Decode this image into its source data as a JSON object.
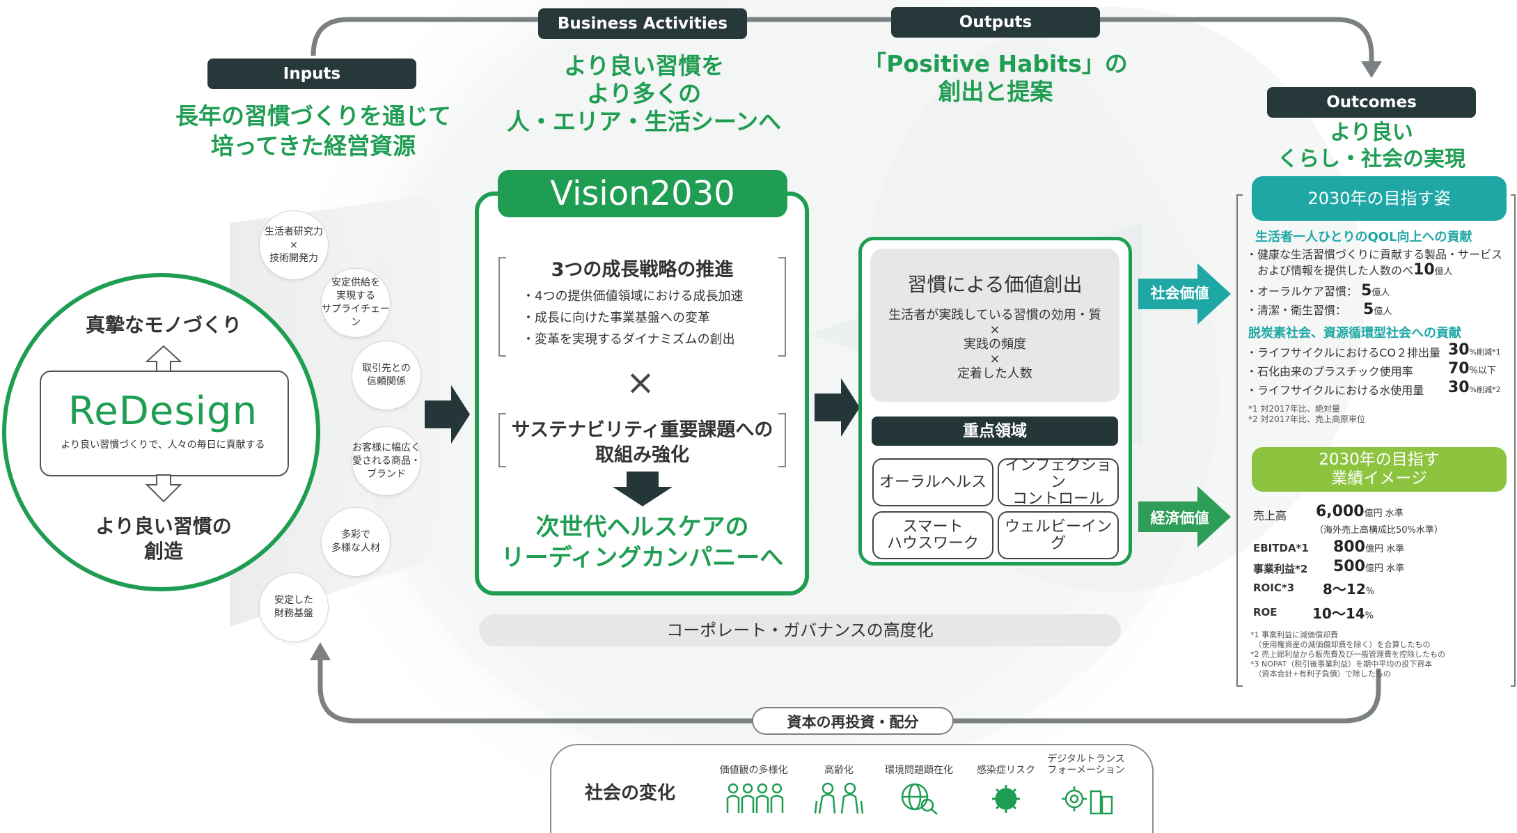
{
  "colors": {
    "dark": "#27383a",
    "green": "#1f9d52",
    "teal": "#1fa7a6",
    "lime": "#8cc43f",
    "grey": "#e8eaea"
  },
  "headers": {
    "inputs": {
      "label": "Inputs",
      "sub": "長年の習慣づくりを通じて\n培ってきた経営資源"
    },
    "business": {
      "label": "Business Activities",
      "sub": "より良い習慣を\nより多くの\n人・エリア・生活シーンへ"
    },
    "outputs": {
      "label": "Outputs",
      "sub": "「Positive Habits」の\n創出と提案"
    },
    "outcomes": {
      "label": "Outcomes",
      "sub": "より良い\nくらし・社会の実現"
    }
  },
  "redesign": {
    "top": "真摯なモノづくり",
    "logo": "ReDesign",
    "tagline": "より良い習慣づくりで、人々の毎日に貢献する",
    "bottom": "より良い習慣の\n創造"
  },
  "resources": [
    "生活者研究力\n×\n技術開発力",
    "安定供給を\n実現する\nサプライチェーン",
    "取引先との\n信頼関係",
    "お客様に幅広く\n愛される商品・\nブランド",
    "多彩で\n多様な人材",
    "安定した\n財務基盤"
  ],
  "vision": {
    "title": "Vision2030",
    "strategy_title": "3つの成長戦略の推進",
    "strategies": [
      "・4つの提供価値領域における成長加速",
      "・成長に向けた事業基盤への変革",
      "・変革を実現するダイナミズムの創出"
    ],
    "times": "×",
    "sustain": "サステナビリティ重要課題への\n取組み強化",
    "goal": "次世代ヘルスケアの\nリーディングカンパニーへ"
  },
  "value_creation": {
    "title": "習慣による価値創出",
    "formula": "生活者が実践している習慣の効用・質\n×\n実践の頻度\n×\n定着した人数",
    "focus_label": "重点領域",
    "areas": [
      "オーラルヘルス",
      "インフェクション\nコントロール",
      "スマート\nハウスワーク",
      "ウェルビーイング"
    ]
  },
  "governance": "コーポレート・ガバナンスの高度化",
  "social_value_tag": "社会価値",
  "economic_value_tag": "経済価値",
  "vision2030_social": {
    "title": "2030年の目指す姿",
    "h1": "生活者一人ひとりのQOL向上への貢献",
    "items1": [
      {
        "label": "・健康な生活習慣づくりに貢献する製品・サービス\n　および情報を提供した人数のべ",
        "value": "10",
        "unit": "億人"
      },
      {
        "label": "・オーラルケア習慣：",
        "value": "5",
        "unit": "億人"
      },
      {
        "label": "・清潔・衛生習慣：",
        "value": "5",
        "unit": "億人"
      }
    ],
    "h2": "脱炭素社会、資源循環型社会への貢献",
    "items2": [
      {
        "label": "・ライフサイクルにおけるCO２排出量",
        "value": "30",
        "unit": "%削減*1"
      },
      {
        "label": "・石化由来のプラスチック使用率",
        "value": "70",
        "unit": "%以下"
      },
      {
        "label": "・ライフサイクルにおける水使用量",
        "value": "30",
        "unit": "%削減*2"
      }
    ],
    "notes": "*1 対2017年比、絶対量\n*2 対2017年比、売上高原単位"
  },
  "vision2030_economic": {
    "title": "2030年の目指す\n業績イメージ",
    "rows": [
      {
        "label": "売上高",
        "value": "6,000",
        "unit": "億円 水準",
        "extra": "（海外売上高構成比50%水準）"
      },
      {
        "label": "EBITDA*1",
        "value": "800",
        "unit": "億円 水準",
        "extra": ""
      },
      {
        "label": "事業利益*2",
        "value": "500",
        "unit": "億円 水準",
        "extra": ""
      },
      {
        "label": "ROIC*3",
        "value": "8～12",
        "unit": "%",
        "extra": ""
      },
      {
        "label": "ROE",
        "value": "10～14",
        "unit": "%",
        "extra": ""
      }
    ],
    "notes": "*1 事業利益に減価償却費\n　（使用権資産の減価償却費を除く）を合算したもの\n*2 売上総利益から販売費及び一般管理費を控除したもの\n*3 NOPAT（税引後事業利益）を期中平均の投下資本\n　（資本合計+有利子負債）で除したもの"
  },
  "reinvest": "資本の再投資・配分",
  "social_change": {
    "title": "社会の変化",
    "items": [
      {
        "label": "価値観の多様化",
        "icon": "people-icon"
      },
      {
        "label": "高齢化",
        "icon": "elderly-icon"
      },
      {
        "label": "環境問題顕在化",
        "icon": "globe-search-icon"
      },
      {
        "label": "感染症リスク",
        "icon": "virus-icon"
      },
      {
        "label": "デジタルトランス\nフォーメーション",
        "icon": "digital-gear-icon"
      }
    ]
  }
}
